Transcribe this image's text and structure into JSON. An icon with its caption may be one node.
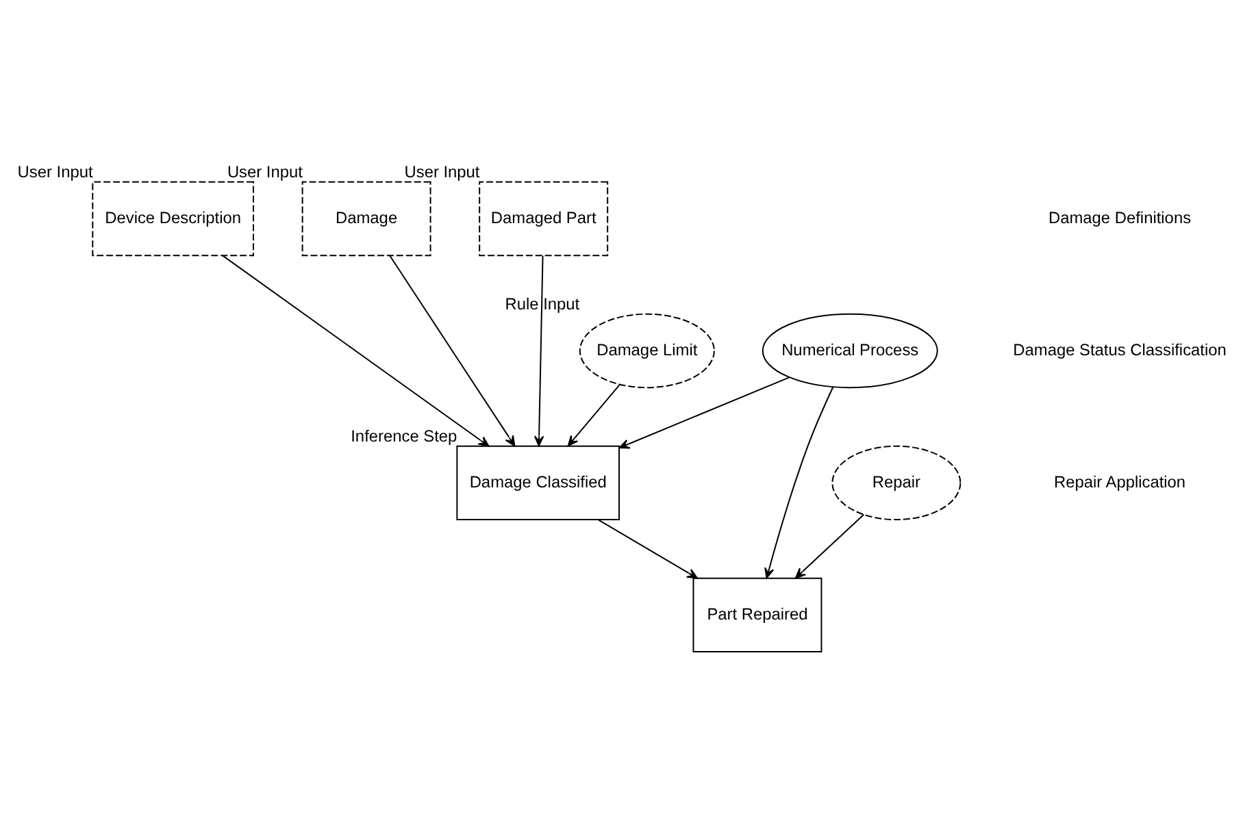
{
  "diagram": {
    "nodes": [
      {
        "text": [
          "Device Description"
        ],
        "beside": [
          "User Input"
        ]
      },
      {
        "text": [
          "Damage"
        ],
        "beside": [
          "User Input"
        ]
      },
      {
        "text": [
          "Damaged Part"
        ],
        "beside": [
          "User Input"
        ]
      },
      {
        "text": [
          "Damage Limit"
        ],
        "beside": [
          "Rule Input"
        ]
      },
      {
        "text": [
          "Numerical Process"
        ]
      },
      {
        "text": [
          "Damage Classified"
        ],
        "beside": [
          "Inference Step"
        ]
      },
      {
        "text": [
          "Repair"
        ]
      },
      {
        "text": [
          "Part Repaired"
        ]
      }
    ],
    "edges": [
      {
        "from": 0,
        "to": 5,
        "arrow": "to"
      },
      {
        "from": 1,
        "to": 5,
        "arrow": "to"
      },
      {
        "from": 2,
        "to": 5,
        "arrow": "to"
      },
      {
        "from": 3,
        "to": 5,
        "arrow": "to"
      },
      {
        "from": 4,
        "to": 5,
        "arrow": "to"
      },
      {
        "from": 4,
        "to": 7,
        "arrow": "to"
      },
      {
        "from": 5,
        "to": 7,
        "arrow": "to"
      },
      {
        "from": 6,
        "to": 7,
        "arrow": "to"
      }
    ],
    "labels": [
      "Damage Definitions",
      "Damage Status Classification",
      "Repair Application"
    ]
  }
}
